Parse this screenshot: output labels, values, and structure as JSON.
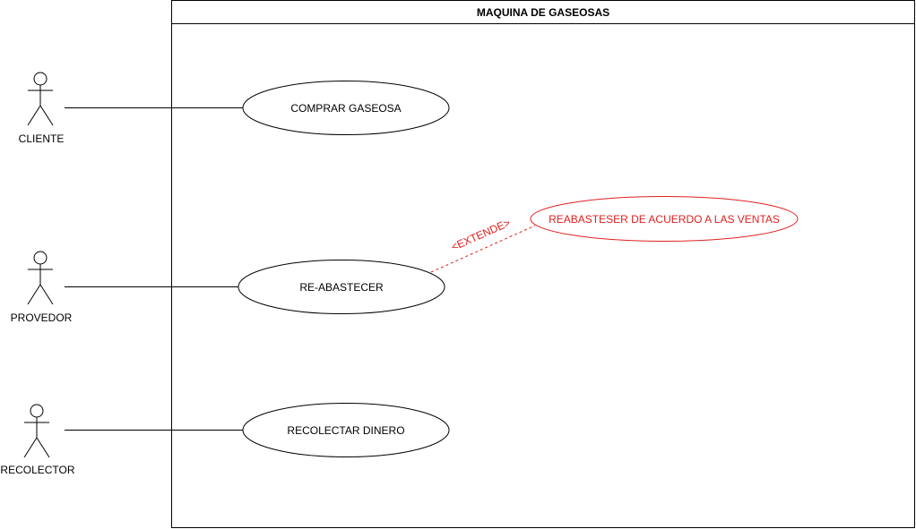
{
  "system": {
    "title": "MAQUINA DE GASEOSAS"
  },
  "actors": [
    {
      "label": "CLIENTE"
    },
    {
      "label": "PROVEDOR"
    },
    {
      "label": "RECOLECTOR"
    }
  ],
  "use_cases": [
    {
      "label": "COMPRAR GASEOSA"
    },
    {
      "label": "RE-ABASTECER"
    },
    {
      "label": "RECOLECTAR DINERO"
    },
    {
      "label": "REABASTESER DE ACUERDO A LAS VENTAS"
    }
  ],
  "relations": {
    "extend_label": "<EXTENDE>"
  },
  "colors": {
    "line": "#000000",
    "extend": "#e02020"
  }
}
